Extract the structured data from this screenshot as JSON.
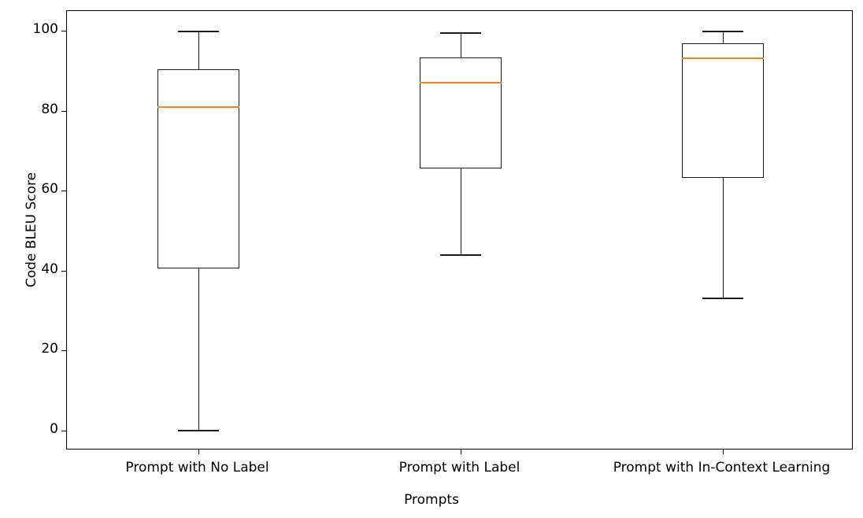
{
  "chart_data": {
    "type": "box",
    "title": "",
    "xlabel": "Prompts",
    "ylabel": "Code BLEU Score",
    "ylim": [
      -5.0,
      105.0
    ],
    "yticks": [
      0,
      20,
      40,
      60,
      80,
      100
    ],
    "ytick_labels": [
      "0",
      "20",
      "40",
      "60",
      "80",
      "100"
    ],
    "grid": false,
    "legend": null,
    "categories": [
      "Prompt with No Label",
      "Prompt with Label",
      "Prompt with In-Context Learning"
    ],
    "box_color": "#1a1a1a",
    "median_color": "#ff7f0e",
    "boxes": [
      {
        "label": "Prompt with No Label",
        "whisker_low": 0.2,
        "q1": 40.5,
        "median": 81.2,
        "q3": 90.5,
        "whisker_high": 100.0,
        "outliers": []
      },
      {
        "label": "Prompt with Label",
        "whisker_low": 44.1,
        "q1": 65.5,
        "median": 87.2,
        "q3": 93.4,
        "whisker_high": 99.6,
        "outliers": []
      },
      {
        "label": "Prompt with In-Context Learning",
        "whisker_low": 33.3,
        "q1": 63.2,
        "median": 93.4,
        "q3": 97.0,
        "whisker_high": 100.0,
        "outliers": []
      }
    ]
  }
}
